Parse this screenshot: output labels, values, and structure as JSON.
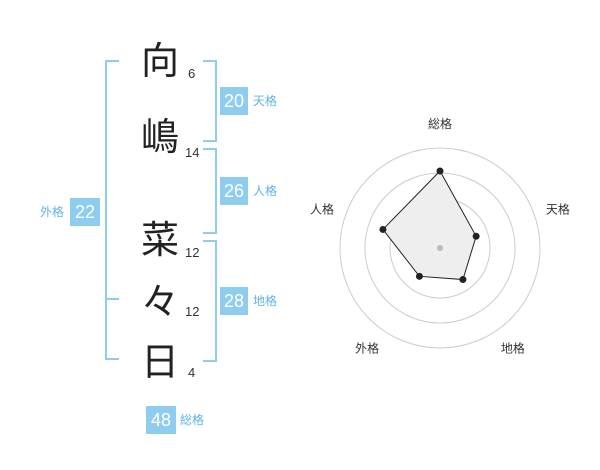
{
  "name": {
    "characters": [
      {
        "char": "向",
        "strokes": "6"
      },
      {
        "char": "嶋",
        "strokes": "14"
      },
      {
        "char": "菜",
        "strokes": "12"
      },
      {
        "char": "々",
        "strokes": "12"
      },
      {
        "char": "日",
        "strokes": "4"
      }
    ]
  },
  "fortune": {
    "tenkaku": {
      "value": "20",
      "label": "天格"
    },
    "jinkaku": {
      "value": "26",
      "label": "人格"
    },
    "chikaku": {
      "value": "28",
      "label": "地格"
    },
    "gaikaku": {
      "value": "22",
      "label": "外格"
    },
    "soukaku": {
      "value": "48",
      "label": "総格"
    }
  },
  "chart_data": {
    "type": "radar",
    "axes": [
      "総格",
      "天格",
      "地格",
      "外格",
      "人格"
    ],
    "values": [
      0.77,
      0.38,
      0.39,
      0.35,
      0.6
    ],
    "rings": 4,
    "colors": {
      "ring": "#cccccc",
      "fill": "#eeeeee",
      "line": "#222222",
      "center": "#bbbbbb"
    }
  },
  "colors": {
    "accent": "#8fcdf0",
    "accent_text": "#5fb4e6"
  }
}
